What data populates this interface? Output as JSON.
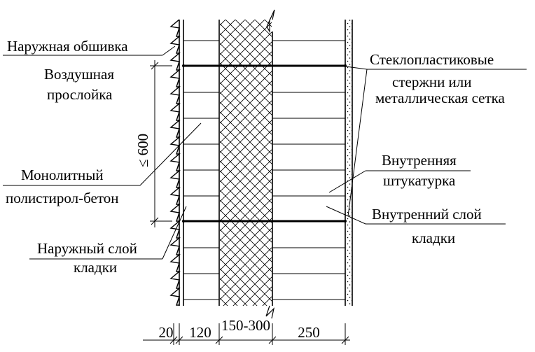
{
  "labels": {
    "outer_cladding": "Наружная обшивка",
    "air_gap_1": "Воздушная",
    "air_gap_2": "прослойка",
    "concrete_1": "Монолитный",
    "concrete_2": "полистирол-бетон",
    "outer_masonry_1": "Наружный слой",
    "outer_masonry_2": "кладки",
    "rods_1": "Стеклопластиковые",
    "rods_2": "стержни или",
    "rods_3": "металлическая сетка",
    "plaster_1": "Внутренняя",
    "plaster_2": "штукатурка",
    "inner_masonry_1": "Внутренний слой",
    "inner_masonry_2": "кладки"
  },
  "dimensions": {
    "cladding": "20",
    "outer_masonry": "120",
    "insulation": "150-300",
    "inner_masonry": "250",
    "tie_spacing": "≤ 600"
  },
  "colors": {
    "line": "#000000",
    "background": "#ffffff"
  }
}
